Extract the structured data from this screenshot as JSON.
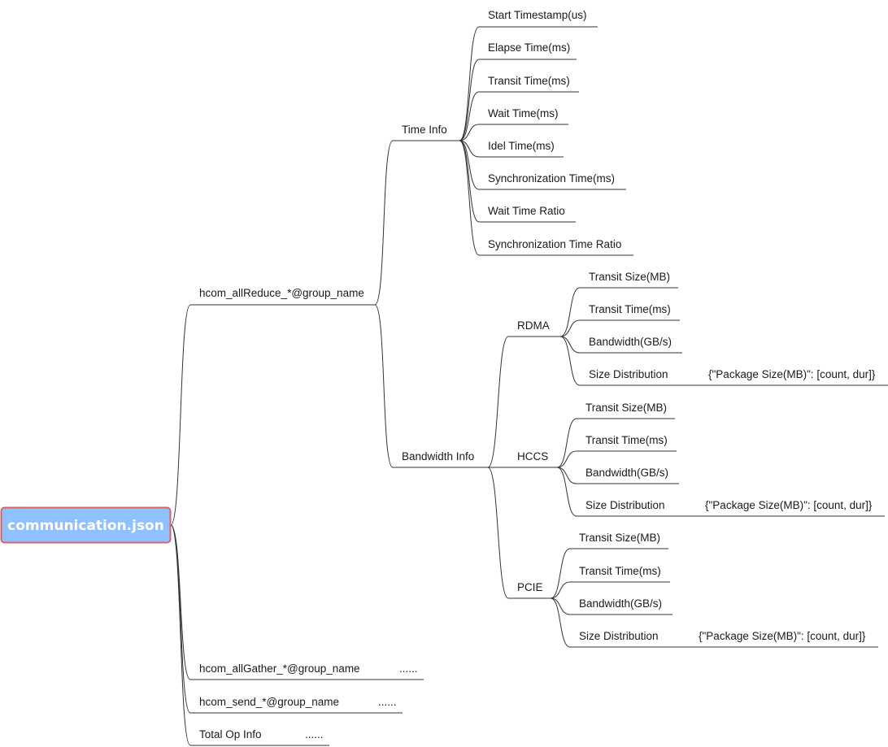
{
  "root": {
    "label": "communication.json",
    "fill": "#8fc0ff",
    "stroke": "#e06060"
  },
  "nodes": {
    "allreduce": "hcom_allReduce_*@group_name",
    "allgather": "hcom_allGather_*@group_name",
    "allgather_more": "......",
    "send": "hcom_send_*@group_name",
    "send_more": "......",
    "total": "Total Op Info",
    "total_more": "......",
    "time_info": "Time Info",
    "bandwidth_info": "Bandwidth Info",
    "time": {
      "start_timestamp": "Start Timestamp(us)",
      "elapse_time": "Elapse Time(ms)",
      "transit_time": "Transit Time(ms)",
      "wait_time": "Wait Time(ms)",
      "idel_time": "Idel Time(ms)",
      "sync_time": "Synchronization Time(ms)",
      "wait_ratio": "Wait Time Ratio",
      "sync_ratio": "Synchronization Time Ratio"
    },
    "rdma": {
      "label": "RDMA",
      "transit_size": "Transit Size(MB)",
      "transit_time": "Transit Time(ms)",
      "bandwidth": "Bandwidth(GB/s)",
      "size_distribution": "Size Distribution",
      "package": "{\"Package Size(MB)\": [count, dur]}"
    },
    "hccs": {
      "label": "HCCS",
      "transit_size": "Transit Size(MB)",
      "transit_time": "Transit Time(ms)",
      "bandwidth": "Bandwidth(GB/s)",
      "size_distribution": "Size Distribution",
      "package": "{\"Package Size(MB)\": [count, dur]}"
    },
    "pcie": {
      "label": "PCIE",
      "transit_size": "Transit Size(MB)",
      "transit_time": "Transit Time(ms)",
      "bandwidth": "Bandwidth(GB/s)",
      "size_distribution": "Size Distribution",
      "package": "{\"Package Size(MB)\": [count, dur]}"
    }
  }
}
